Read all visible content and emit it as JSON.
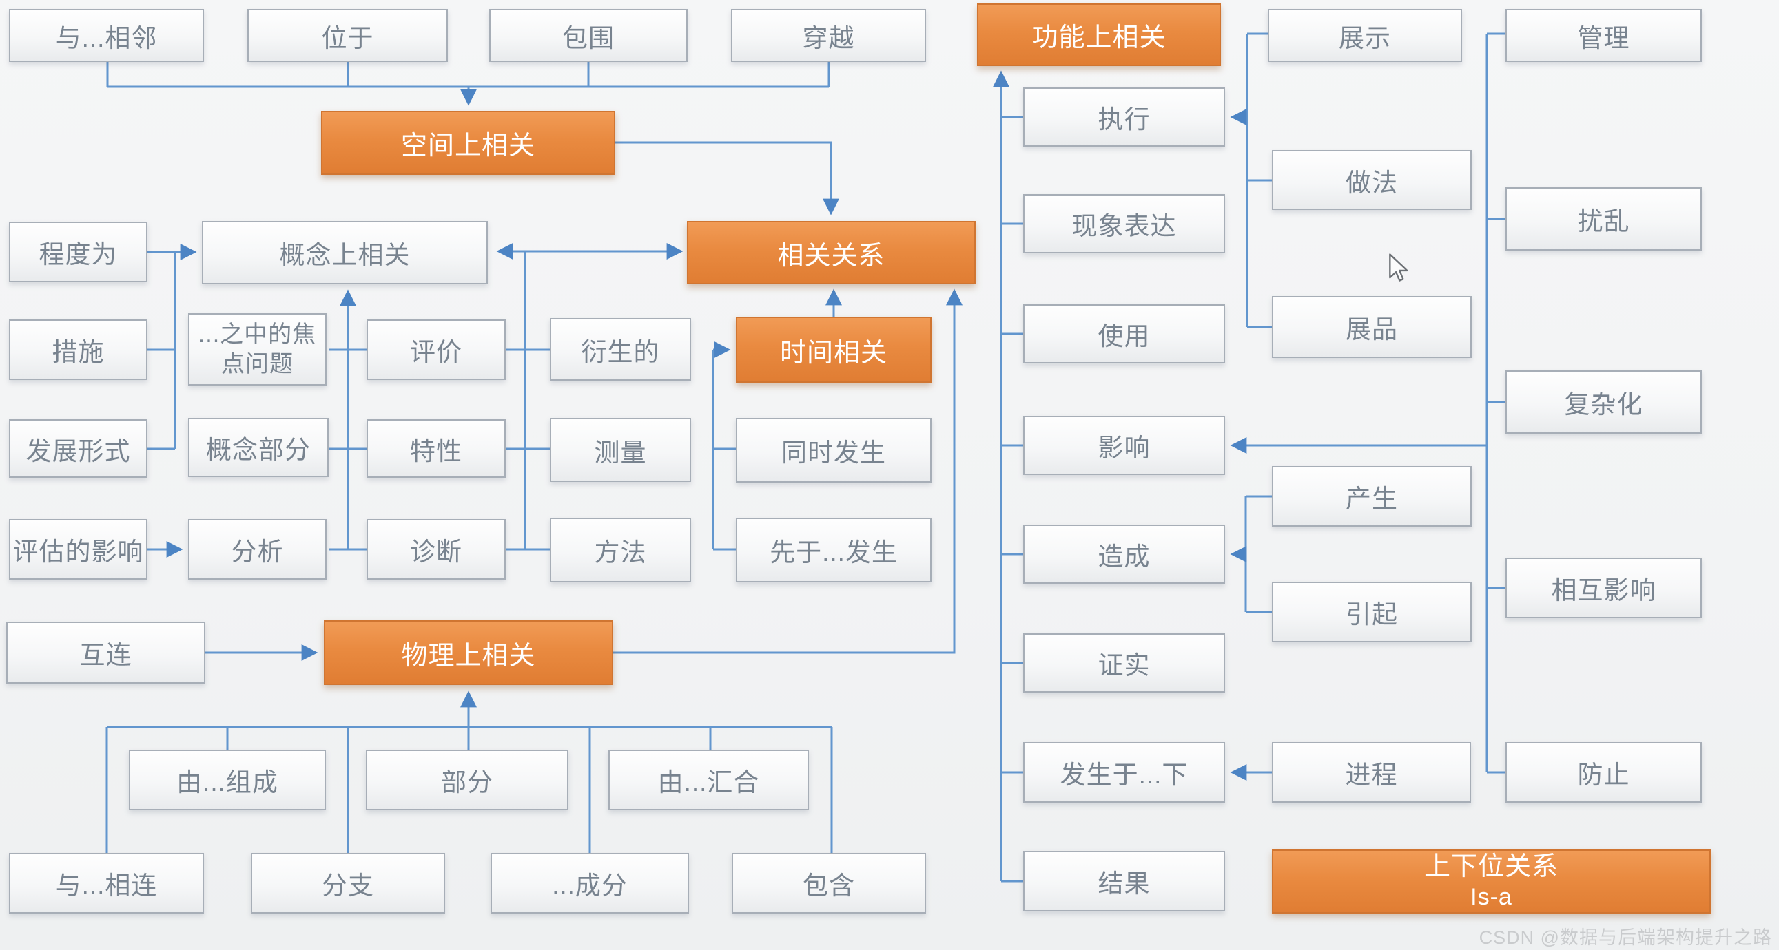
{
  "nodes": {
    "adjacent": "与...相邻",
    "located_at": "位于",
    "surround": "包围",
    "traverse": "穿越",
    "spatial": "空间上相关",
    "functional": "功能上相关",
    "show": "展示",
    "manage": "管理",
    "execute": "执行",
    "practice": "做法",
    "disturb": "扰乱",
    "degree": "程度为",
    "conceptual": "概念上相关",
    "related": "相关关系",
    "temporal": "时间相关",
    "measure_action": "措施",
    "focus_issue": "...之中的焦点问题",
    "evaluate": "评价",
    "derived": "衍生的",
    "phenomenon": "现象表达",
    "exhibit": "展品",
    "develop_form": "发展形式",
    "concept_part": "概念部分",
    "characteristic": "特性",
    "measurement": "测量",
    "simultaneous": "同时发生",
    "use": "使用",
    "complexify": "复杂化",
    "assess_impact": "评估的影响",
    "analyze": "分析",
    "diagnose": "诊断",
    "method": "方法",
    "precede": "先于...发生",
    "influence": "影响",
    "produce": "产生",
    "cause": "造成",
    "trigger": "引起",
    "mutual_influence": "相互影响",
    "confirm": "证实",
    "interconnect": "互连",
    "physical": "物理上相关",
    "occur_under": "发生于...下",
    "process": "进程",
    "prevent": "防止",
    "composed_of": "由...组成",
    "part": "部分",
    "converge": "由...汇合",
    "result": "结果",
    "connected_to": "与...相连",
    "branch": "分支",
    "component": "...成分",
    "contain": "包含",
    "hyponymy_title": "上下位关系",
    "hyponymy_subtitle": "Is-a"
  },
  "watermark": {
    "text": "CSDN @数据与后端架构提升之路"
  },
  "colors": {
    "accent_orange": "#E98A40",
    "connector_blue": "#6296CE",
    "arrowhead_blue": "#4C84C4",
    "node_text_gray": "#78838F",
    "watermark_gray": "#C9CBCD"
  }
}
